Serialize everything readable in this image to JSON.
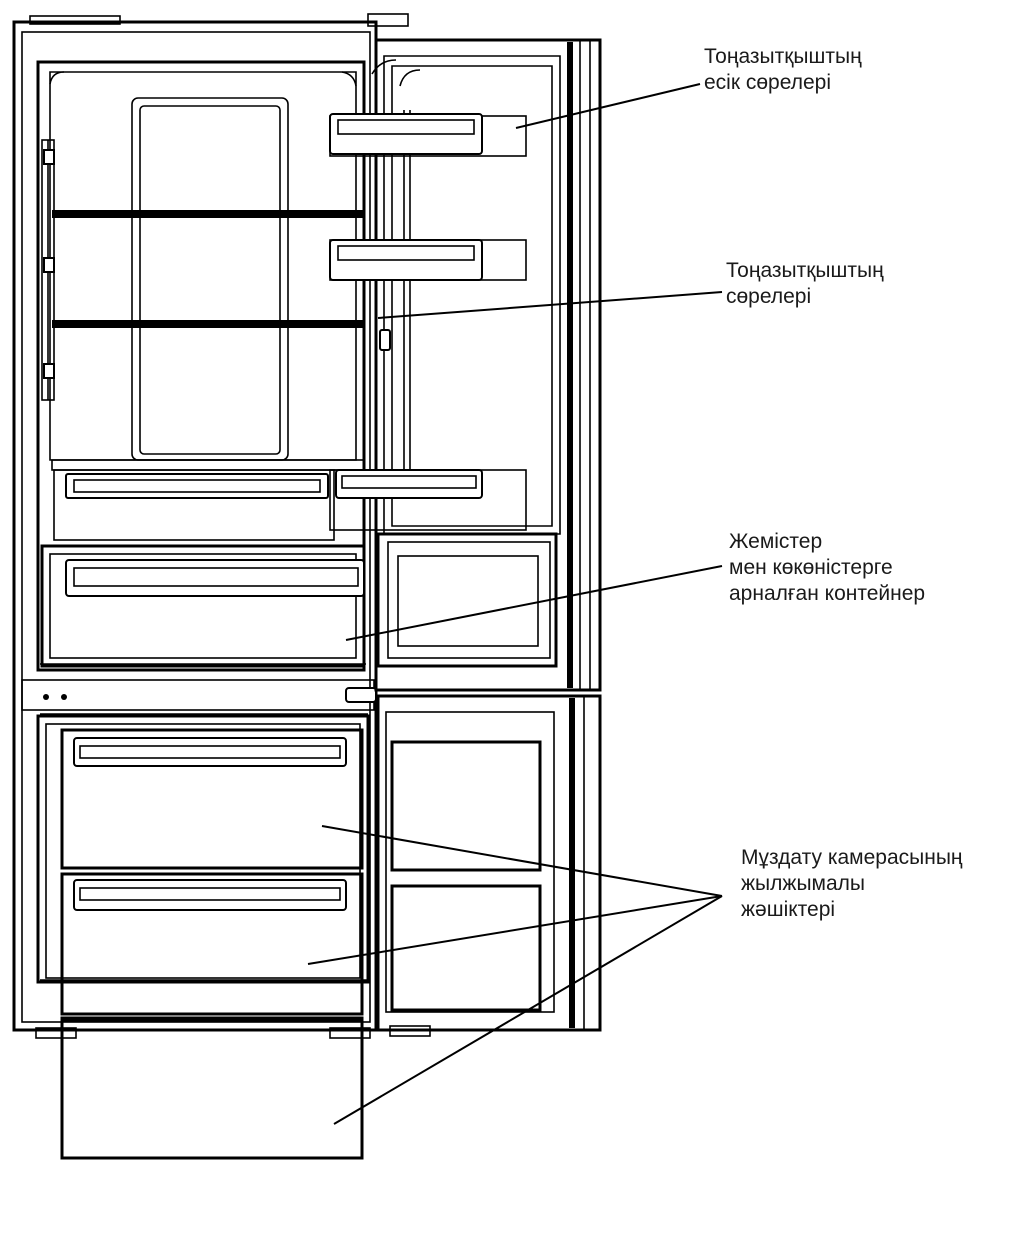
{
  "labels": {
    "door_shelves": [
      "Тоңазытқыштың",
      "есік сөрелері"
    ],
    "fridge_shelves": [
      "Тоңазытқыштың",
      "сөрелері"
    ],
    "crisper": [
      "Жемістер",
      "мен көкөністерге",
      "арналған контейнер"
    ],
    "freezer_drawers": [
      "Мұздату камерасының",
      "жылжымалы",
      "жәшіктері"
    ]
  },
  "colors": {
    "line": "#000000",
    "text": "#1a1a1a",
    "background": "#ffffff"
  }
}
